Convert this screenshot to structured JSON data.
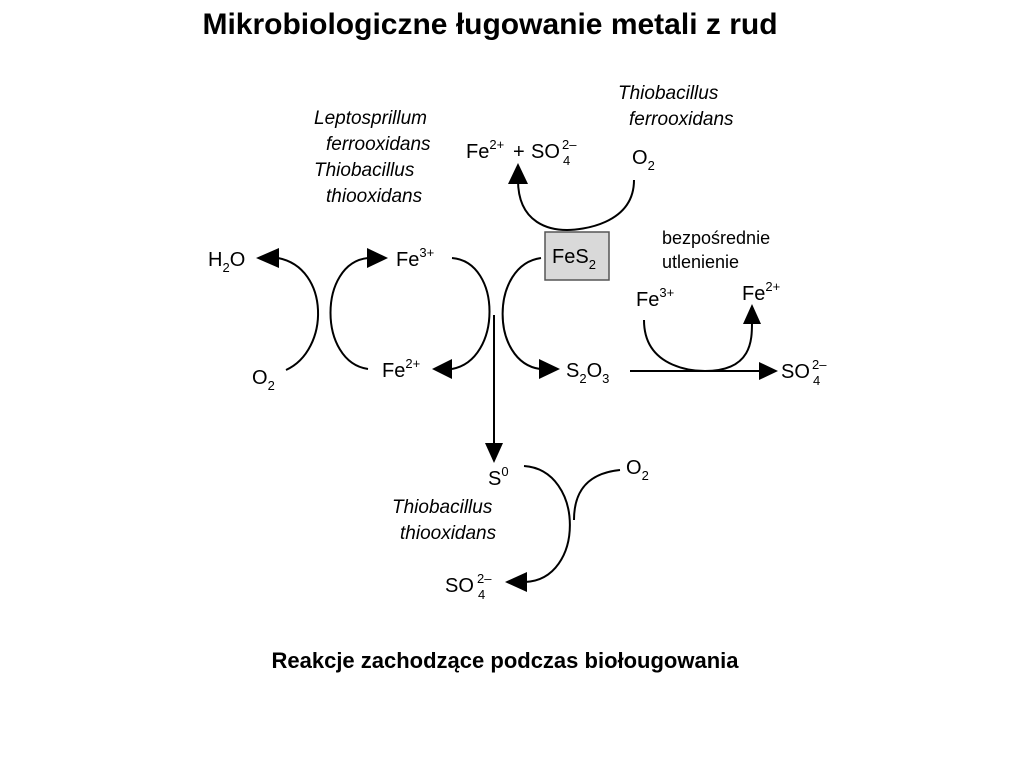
{
  "title": "Mikrobiologiczne ługowanie metali z rud",
  "caption": "Reakcje zachodzące podczas biołougowania",
  "organisms": {
    "top_right_line1": "Thiobacillus",
    "top_right_line2": "ferrooxidans",
    "left_line1": "Leptosprillum",
    "left_line2": "ferrooxidans",
    "left_line3": "Thiobacillus",
    "left_line4": "thiooxidans",
    "bottom_line1": "Thiobacillus",
    "bottom_line2": "thiooxidans"
  },
  "species": {
    "fe2_top": {
      "base": "Fe",
      "sup": "2+"
    },
    "plus": "+",
    "so4_top": {
      "base": "SO",
      "sub": "4",
      "sup": "2–"
    },
    "o2_top": {
      "base": "O",
      "sub": "2"
    },
    "fes2": {
      "base": "FeS",
      "sub": "2"
    },
    "h2o": {
      "pre": "H",
      "sub": "2",
      "post": "O"
    },
    "fe3_left": {
      "base": "Fe",
      "sup": "3+"
    },
    "o2_left": {
      "base": "O",
      "sub": "2"
    },
    "fe2_left": {
      "base": "Fe",
      "sup": "2+"
    },
    "s2o3": {
      "a": "S",
      "sub1": "2",
      "b": "O",
      "sub2": "3"
    },
    "fe3_right": {
      "base": "Fe",
      "sup": "3+"
    },
    "fe2_right": {
      "base": "Fe",
      "sup": "2+"
    },
    "so4_right": {
      "base": "SO",
      "sub": "4",
      "sup": "2–"
    },
    "s0": {
      "base": "S",
      "sup": "0"
    },
    "o2_bottom": {
      "base": "O",
      "sub": "2"
    },
    "so4_bottom": {
      "base": "SO",
      "sub": "4",
      "sup": "2–"
    }
  },
  "note": {
    "line1": "bezpośrednie",
    "line2": "utlenienie"
  }
}
